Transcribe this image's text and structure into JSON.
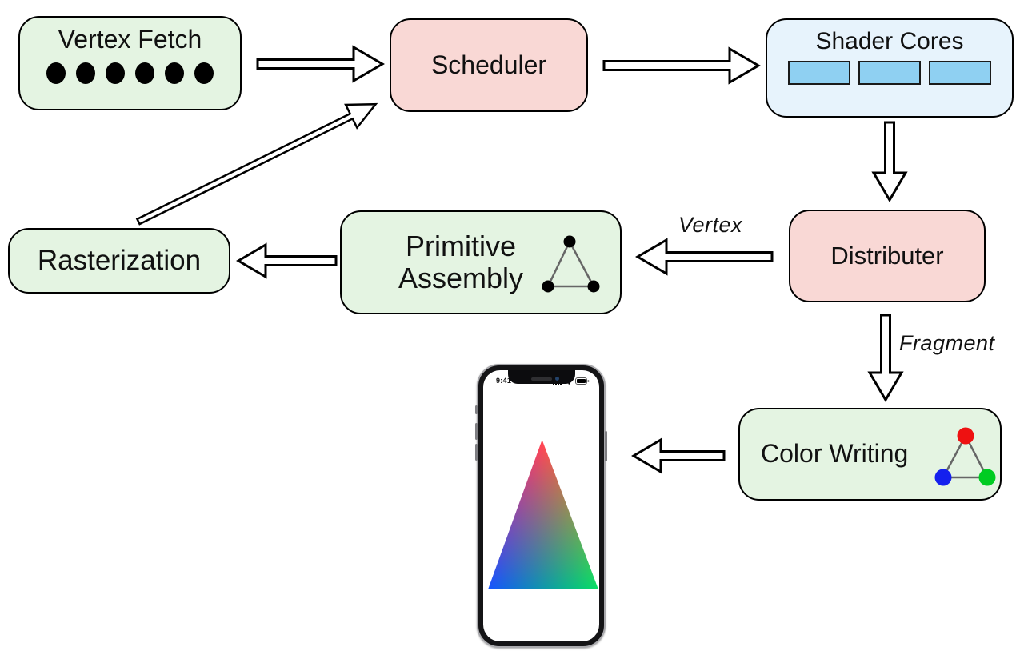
{
  "diagram": {
    "nodes": {
      "vertex_fetch": {
        "label": "Vertex Fetch",
        "dot_count": 6
      },
      "scheduler": {
        "label": "Scheduler"
      },
      "shader_cores": {
        "label": "Shader Cores",
        "core_count": 3
      },
      "distributer": {
        "label": "Distributer"
      },
      "primitive_assembly": {
        "label": "Primitive Assembly"
      },
      "rasterization": {
        "label": "Rasterization"
      },
      "color_writing": {
        "label": "Color Writing"
      }
    },
    "edge_labels": {
      "vertex": "Vertex",
      "fragment": "Fragment"
    },
    "colors": {
      "stage_green": "#e4f4e2",
      "stage_pink": "#f9d8d5",
      "stage_blue": "#e7f3fc",
      "core_fill": "#8fd0f2",
      "triangle_red": "#ee1111",
      "triangle_green": "#00cc22",
      "triangle_blue": "#1420ee"
    }
  },
  "phone": {
    "status_time": "9:41"
  }
}
